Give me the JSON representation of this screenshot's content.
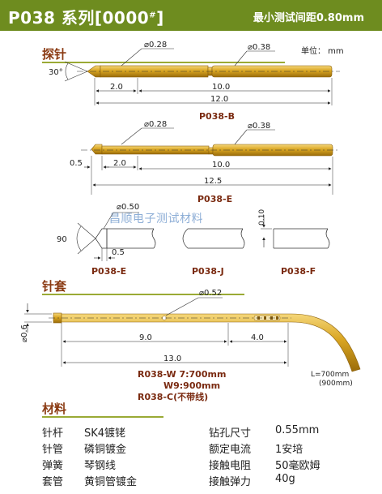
{
  "header": {
    "title": "P038 系列[0000",
    "title_sup": "#",
    "title_end": "]",
    "subtitle": "最小测试间距0.80mm"
  },
  "sections": {
    "probe": "探针",
    "tube": "针套",
    "material": "材料"
  },
  "unit_label": "单位：  mm",
  "watermark": "昌顺电子测试材料",
  "probe_b": {
    "angle": "30°",
    "dia_tip": "⌀0.28",
    "dia_body": "⌀0.38",
    "dim_tip_len": "2.0",
    "dim_body": "10.0",
    "dim_total": "12.0",
    "model": "P038-B"
  },
  "probe_e": {
    "dia_tip": "⌀0.28",
    "dia_body": "⌀0.38",
    "dim_head": "0.5",
    "dim_tip_len": "2.0",
    "dim_body": "10.0",
    "dim_total": "12.5",
    "model": "P038-E"
  },
  "tips": {
    "e_dia": "⌀0.50",
    "e_angle": "90",
    "e_len": "0.5",
    "f_dim": "0.10",
    "labels": [
      "P038-E",
      "P038-J",
      "P038-F"
    ]
  },
  "tube": {
    "dia_hole": "⌀0.52",
    "dia_outer": "⌀0.6",
    "dim_a": "9.0",
    "dim_b": "4.0",
    "dim_total": "13.0",
    "model_line1": "R038-W 7:700mm",
    "model_line2": "W9:900mm",
    "model_line3": "R038-C(不带线)",
    "len_note1": "L=700mm",
    "len_note2": "(900mm)"
  },
  "materials": {
    "left": [
      {
        "k": "针杆",
        "v": "SK4镀铑"
      },
      {
        "k": "针管",
        "v": "磷铜镀金"
      },
      {
        "k": "弹簧",
        "v": "琴钢线"
      },
      {
        "k": "套管",
        "v": "黄铜管镀金"
      }
    ],
    "right": [
      {
        "k": "钻孔尺寸",
        "v": "0.55mm"
      },
      {
        "k": "额定电流",
        "v": "1安培"
      },
      {
        "k": "接触电阻",
        "v": "50毫欧姆"
      },
      {
        "k": "接触弹力",
        "v": "40g"
      }
    ]
  },
  "colors": {
    "header_bg": "#6e8c1f",
    "section_text": "#8a3a12",
    "gold": "#d4a017",
    "gold_dark": "#a77a0d"
  }
}
